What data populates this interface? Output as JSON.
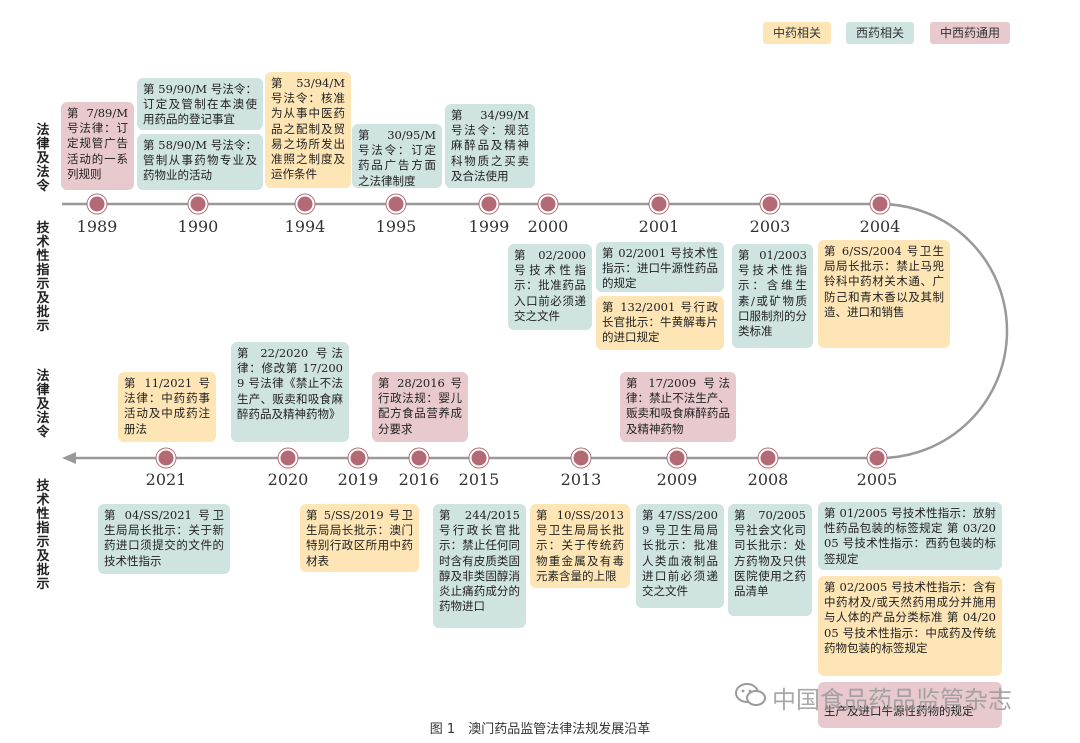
{
  "legend": [
    {
      "label": "中药相关",
      "kind": "cn"
    },
    {
      "label": "西药相关",
      "kind": "we"
    },
    {
      "label": "中西药通用",
      "kind": "bo"
    }
  ],
  "side_labels": {
    "law_top": "法律及法令",
    "tech_top": "技术性指示及批示",
    "law_bottom": "法律及法令",
    "tech_bottom": "技术性指示及批示"
  },
  "years_top": [
    "1989",
    "1990",
    "1994",
    "1995",
    "1999",
    "2000",
    "2001",
    "2003",
    "2004"
  ],
  "years_bottom": [
    "2021",
    "2020",
    "2019",
    "2016",
    "2015",
    "2013",
    "2009",
    "2008",
    "2005"
  ],
  "boxes": {
    "b1989": "第 7/89/M 号法律：订定规管广告活动的一系列规则",
    "b1990a": "第 59/90/M 号法令：订定及管制在本澳使用药品的登记事宜",
    "b1990b": "第 58/90/M 号法令：管制从事药物专业及药物业的活动",
    "b1994": "第 53/94/M 号法令：核准为从事中医药品之配制及贸易之场所发出准照之制度及运作条件",
    "b1995": "第 30/95/M 号法令：订定药品广告方面之法律制度",
    "b1999": "第 34/99/M 号法令：规范麻醉品及精神科物质之买卖及合法使用",
    "b2000": "第 02/2000 号技术性指示：批准药品入口前必须递交之文件",
    "b2001a": "第 02/2001 号技术性指示：进口牛源性药品的规定",
    "b2001b": "第 132/2001 号行政长官批示：牛黄解毒片的进口规定",
    "b2003": "第 01/2003 号技术性指示：含维生素/或矿物质口服制剂的分类标准",
    "b2004": "第 6/SS/2004 号卫生局局长批示：禁止马兜铃科中药材关木通、广防己和青木香以及其制造、进口和销售",
    "b2021law": "第 11/2021 号法律：中药药事活动及中成药注册法",
    "b2020law": "第 22/2020 号法律：修改第 17/2009 号法律《禁止不法生产、贩卖和吸食麻醉药品及精神药物》",
    "b2016law": "第 28/2016 号行政法规：婴儿配方食品营养成分要求",
    "b2009law": "第 17/2009 号法律：禁止不法生产、贩卖和吸食麻醉药品及精神药物",
    "b2021": "第 04/SS/2021 号卫生局局长批示：关于新药进口须提交的文件的技术性指示",
    "b2019": "第 5/SS/2019 号卫生局局长批示：澳门特别行政区所用中药材表",
    "b2015": "第 244/2015 号行政长官批示：禁止任何同时含有皮质类固醇及非类固醇消炎止痛药成分的药物进口",
    "b2013": "第 10/SS/2013 号卫生局局长批示：关于传统药物重金属及有毒元素含量的上限",
    "b2009": "第 47/SS/2009 号卫生局局长批示：批准人类血液制品进口前必须递交之文件",
    "b2008": "第 70/2005 号社会文化司司长批示：处方药物及只供医院使用之药品清单",
    "b2005a": "第 01/2005 号技术性指示：放射性药品包装的标签规定 第 03/2005 号技术性指示：西药包装的标签规定",
    "b2005b": "第 02/2005 号技术性指示：含有中药材及/或天然药用成分并施用与人体的产品分类标准 第 04/2005 号技术性指示：中成药及传统药物包装的标签规定",
    "b2005c": "生产及进口牛源性药物的规定"
  },
  "caption": "图 1　澳门药品监管法律法规发展沿革",
  "watermark": "中国食品药品监管杂志",
  "colors": {
    "chinese": "#fde5b6",
    "western": "#cfe3e0",
    "both": "#e8c9cd",
    "line": "#999999",
    "dot": "#b36a74"
  }
}
